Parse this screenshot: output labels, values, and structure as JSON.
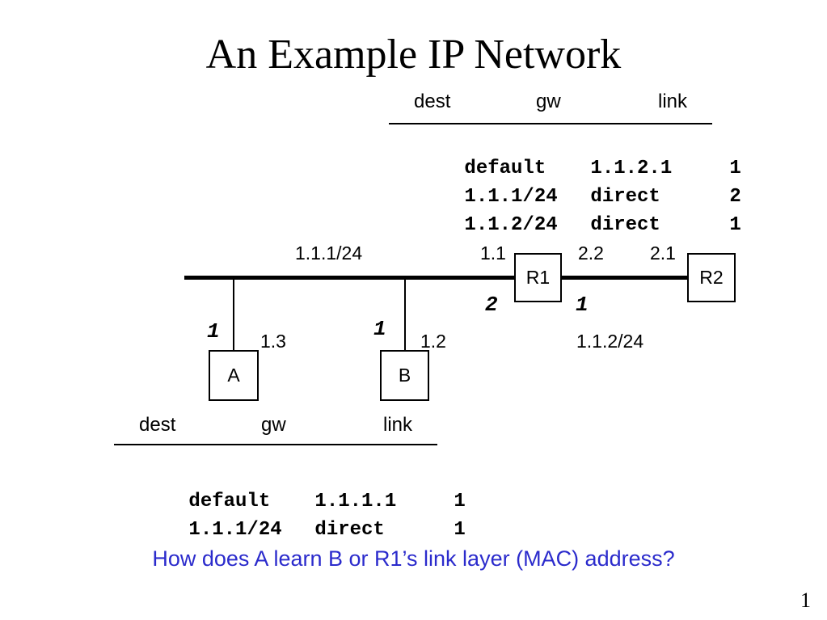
{
  "title": "An Example IP Network",
  "r1_table": {
    "headers": {
      "dest": "dest",
      "gw": "gw",
      "link": "link"
    },
    "rows": [
      {
        "dest": "default",
        "gw": "1.1.2.1",
        "link": "1"
      },
      {
        "dest": "1.1.1/24",
        "gw": "direct",
        "link": "2"
      },
      {
        "dest": "1.1.2/24",
        "gw": "direct",
        "link": "1"
      }
    ]
  },
  "a_table": {
    "headers": {
      "dest": "dest",
      "gw": "gw",
      "link": "link"
    },
    "rows": [
      {
        "dest": "default",
        "gw": "1.1.1.1",
        "link": "1"
      },
      {
        "dest": "1.1.1/24",
        "gw": "direct",
        "link": "1"
      }
    ]
  },
  "network": {
    "subnet_left": "1.1.1/24",
    "subnet_right": "1.1.2/24",
    "r1_left_addr": "1.1",
    "r1_right_addr": "2.2",
    "r2_addr": "2.1",
    "a_addr": "1.3",
    "b_addr": "1.2",
    "r1_left_link": "2",
    "r1_right_link": "1",
    "a_link": "1",
    "b_link": "1"
  },
  "nodes": {
    "a": "A",
    "b": "B",
    "r1": "R1",
    "r2": "R2"
  },
  "question": "How does A learn B or R1’s link layer (MAC) address?",
  "page_number": "1"
}
